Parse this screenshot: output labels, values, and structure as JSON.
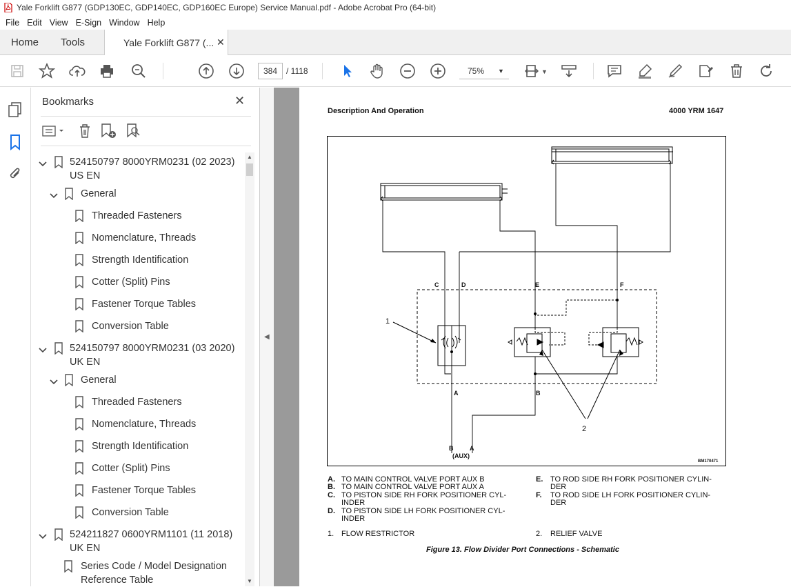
{
  "window": {
    "title": "Yale Forklift G877 (GDP130EC, GDP140EC, GDP160EC Europe) Service Manual.pdf - Adobe Acrobat Pro (64-bit)"
  },
  "menu": [
    "File",
    "Edit",
    "View",
    "E-Sign",
    "Window",
    "Help"
  ],
  "tabs": {
    "home": "Home",
    "tools": "Tools",
    "doc": "Yale Forklift G877 (..."
  },
  "toolbar": {
    "page_current": "384",
    "page_total": "/  1118",
    "zoom": "75%"
  },
  "bookmarks": {
    "title": "Bookmarks",
    "items": [
      {
        "label": "524150797 8000YRM0231 (02 2023) US EN"
      },
      {
        "label": "General"
      },
      {
        "label": "Threaded Fasteners"
      },
      {
        "label": "Nomenclature, Threads"
      },
      {
        "label": "Strength Identification"
      },
      {
        "label": "Cotter (Split) Pins"
      },
      {
        "label": "Fastener Torque Tables"
      },
      {
        "label": "Conversion Table"
      },
      {
        "label": "524150797 8000YRM0231 (03 2020) UK EN"
      },
      {
        "label": "General"
      },
      {
        "label": "Threaded Fasteners"
      },
      {
        "label": "Nomenclature, Threads"
      },
      {
        "label": "Strength Identification"
      },
      {
        "label": "Cotter (Split) Pins"
      },
      {
        "label": "Fastener Torque Tables"
      },
      {
        "label": "Conversion Table"
      },
      {
        "label": "524211827 0600YRM1101 (11 2018) UK EN"
      },
      {
        "label": "Series Code / Model Designation Reference Table"
      }
    ]
  },
  "document": {
    "header_left": "Description And Operation",
    "header_right": "4000 YRM 1647",
    "figure_id": "BM170471",
    "ports": {
      "c": "C",
      "d": "D",
      "e": "E",
      "f": "F",
      "a_in": "A",
      "b_in": "B",
      "b_out": "B",
      "a_out": "A",
      "aux": "(AUX)"
    },
    "callouts": {
      "one": "1",
      "two": "2"
    },
    "legend": [
      {
        "key": "A.",
        "text": "TO MAIN CONTROL VALVE PORT AUX B"
      },
      {
        "key": "B.",
        "text": "TO MAIN CONTROL VALVE PORT AUX A"
      },
      {
        "key": "C.",
        "text": "TO PISTON SIDE RH FORK POSITIONER CYL-",
        "text2": "INDER"
      },
      {
        "key": "D.",
        "text": "TO PISTON SIDE LH FORK POSITIONER CYL-",
        "text2": "INDER"
      },
      {
        "key": "E.",
        "text": "TO ROD SIDE RH FORK POSITIONER CYLIN-",
        "text2": "DER"
      },
      {
        "key": "F.",
        "text": "TO ROD SIDE LH FORK POSITIONER CYLIN-",
        "text2": "DER"
      },
      {
        "key": "1.",
        "text": "FLOW RESTRICTOR"
      },
      {
        "key": "2.",
        "text": "RELIEF VALVE"
      }
    ],
    "caption": "Figure 13. Flow Divider Port Connections - Schematic"
  }
}
